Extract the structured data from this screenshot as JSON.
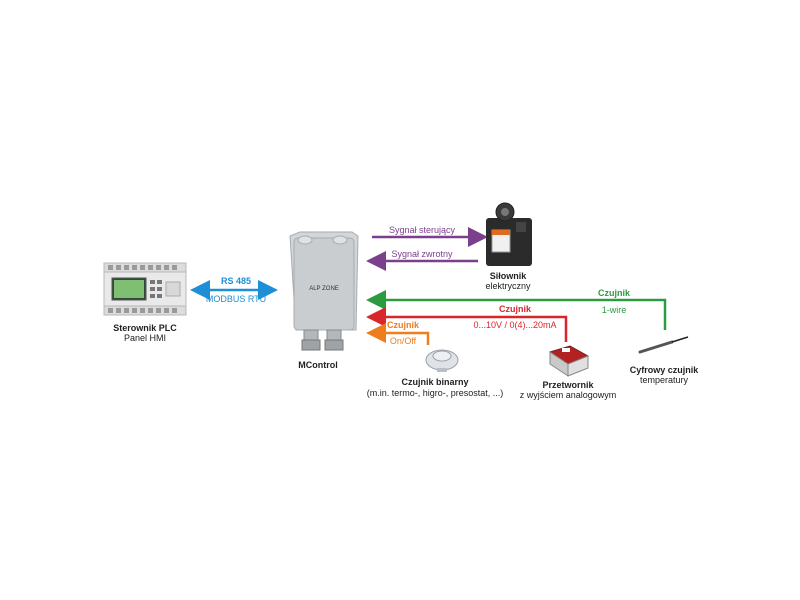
{
  "plc": {
    "title": "Sterownik PLC",
    "subtitle": "Panel HMI"
  },
  "bus": {
    "top": "RS 485",
    "bottom": "MODBUS RTU"
  },
  "controller": {
    "label": "MControl",
    "brand": "ALP ZONE"
  },
  "actuator": {
    "title": "Siłownik",
    "subtitle": "elektryczny",
    "signal_out": "Sygnał sterujący",
    "signal_in": "Sygnał zwrotny"
  },
  "digital_sensor": {
    "title": "Cyfrowy czujnik",
    "subtitle": "temperatury",
    "line_label": "Czujnik",
    "line_sub": "1-wire"
  },
  "transducer": {
    "title": "Przetwornik",
    "subtitle": "z wyjściem analogowym",
    "line_label": "Czujnik",
    "line_sub": "0...10V / 0(4)...20mA"
  },
  "binary_sensor": {
    "title": "Czujnik binarny",
    "subtitle": "(m.in. termo-, higro-, presostat, ...)",
    "line_label": "Czujnik",
    "line_sub": "On/Off"
  },
  "colors": {
    "bus": "#1e8fd6",
    "actuator": "#7b3f8e",
    "digital": "#2c9a3e",
    "analog": "#d9262b",
    "binary": "#ee7d1e"
  }
}
